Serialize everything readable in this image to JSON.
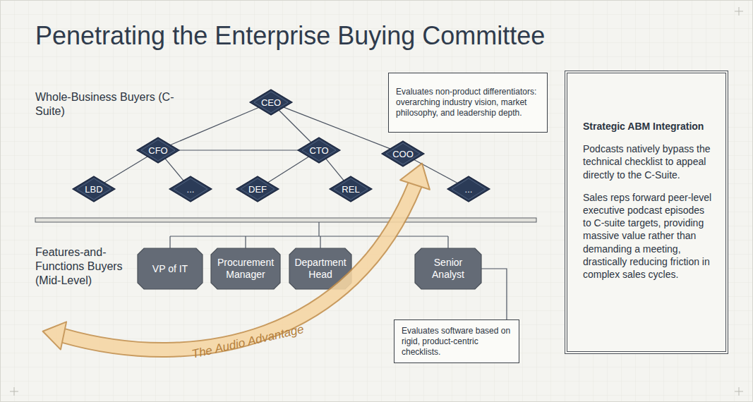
{
  "diagram": {
    "title": "Penetrating the Enterprise Buying Committee",
    "nodes": [
      {
        "text": [
          "CEO"
        ]
      },
      {
        "text": [
          "Evaluates non-product differentiators: overarching industry vision, market philosophy, and leadership depth."
        ]
      },
      {
        "text": [
          "CFO"
        ]
      },
      {
        "text": [
          "CTO"
        ]
      },
      {
        "text": [
          "COO"
        ]
      },
      {
        "text": [
          "LBD"
        ]
      },
      {
        "text": [
          "..."
        ]
      },
      {
        "text": [
          "DEF"
        ]
      },
      {
        "text": [
          "REL"
        ]
      },
      {
        "text": [
          "..."
        ]
      },
      {
        "text": [
          "VP of IT"
        ]
      },
      {
        "text": [
          "Procurement Manager"
        ]
      },
      {
        "text": [
          "Department Head"
        ]
      },
      {
        "text": [
          "Senior Analyst"
        ]
      },
      {
        "text": [
          "Evaluates software based on rigid, product-centric checklists."
        ]
      },
      {
        "text": [
          "Strategic ABM Integration",
          "Podcasts natively bypass the technical checklist to appeal directly to the C-Suite.",
          "Sales reps forward peer-level executive podcast episodes to C-suite targets, providing massive value rather than demanding a meeting, drastically reducing friction in complex sales cycles."
        ]
      }
    ],
    "edges": [
      {
        "from": 0,
        "to": 2,
        "arrow": "none"
      },
      {
        "from": 0,
        "to": 3,
        "arrow": "none"
      },
      {
        "from": 0,
        "to": 4,
        "arrow": "none"
      },
      {
        "from": 2,
        "to": 3,
        "arrow": "none"
      },
      {
        "from": 2,
        "to": 5,
        "arrow": "none"
      },
      {
        "from": 2,
        "to": 6,
        "arrow": "none"
      },
      {
        "from": 3,
        "to": 7,
        "arrow": "none"
      },
      {
        "from": 3,
        "to": 8,
        "arrow": "none"
      },
      {
        "from": 4,
        "to": 9,
        "arrow": "none"
      },
      {
        "from": 13,
        "to": 14,
        "arrow": "none"
      }
    ],
    "labels": [
      "Whole-Business Buyers (C-Suite)",
      "Features-and-Functions Buyers (Mid-Level)",
      "The Audio Advantage"
    ]
  }
}
